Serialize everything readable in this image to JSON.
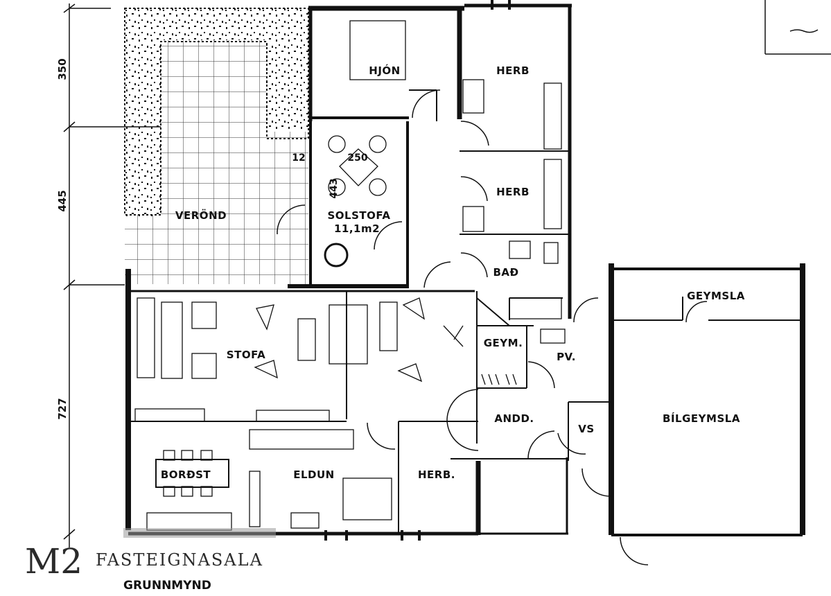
{
  "rooms": {
    "hjon": "HJÓN",
    "herb1": "HERB",
    "herb2": "HERB",
    "bad": "BAÐ",
    "solstofa": "SOLSTOFA",
    "solstofa_area": "11,1m2",
    "verond": "VERÖND",
    "stofa": "STOFA",
    "geymsla": "GEYMSLA",
    "geym": "GEYM.",
    "pv": "PV.",
    "andd": "ANDD.",
    "vs": "VS",
    "bilgeymsla": "BÍLGEYMSLA",
    "bordst": "BORÐST",
    "eldun": "ELDUN",
    "herb3": "HERB."
  },
  "dimensions": {
    "d350": "350",
    "d445": "445",
    "d727": "727",
    "d250": "250",
    "d443": "443",
    "d12": "12"
  },
  "logo": {
    "mark": "M2",
    "name": "FASTEIGNASALA"
  },
  "caption": "GRUNNMYND",
  "colors": {
    "ink": "#111111",
    "watermark": "#2a2a2a"
  }
}
